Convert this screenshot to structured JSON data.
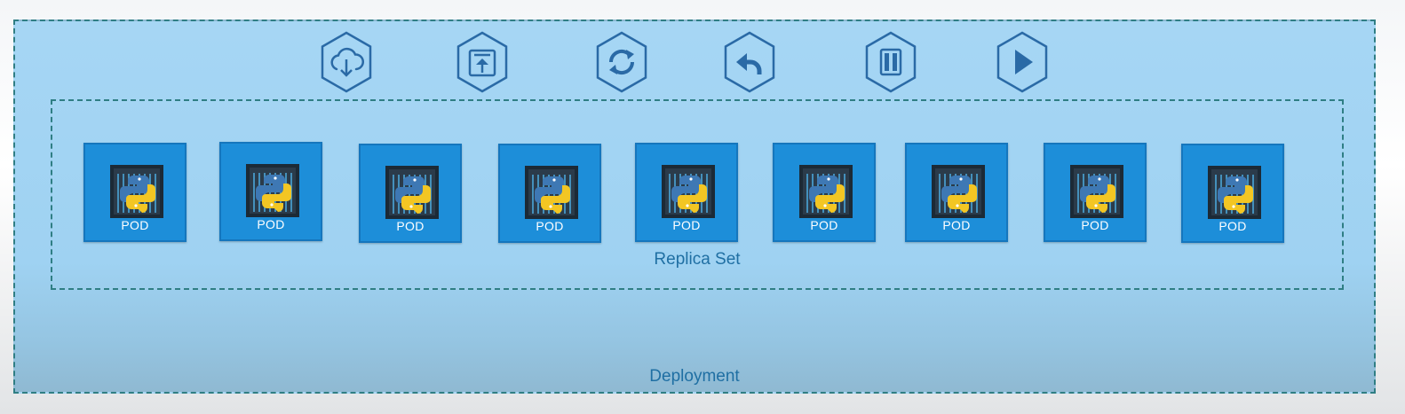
{
  "deployment": {
    "label": "Deployment"
  },
  "replica_set": {
    "label": "Replica Set"
  },
  "action_icons": [
    {
      "name": "cloud-download-icon"
    },
    {
      "name": "upload-icon"
    },
    {
      "name": "refresh-icon"
    },
    {
      "name": "undo-icon"
    },
    {
      "name": "pause-icon"
    },
    {
      "name": "play-icon"
    }
  ],
  "pods": [
    {
      "label": "POD"
    },
    {
      "label": "POD"
    },
    {
      "label": "POD"
    },
    {
      "label": "POD"
    },
    {
      "label": "POD"
    },
    {
      "label": "POD"
    },
    {
      "label": "POD"
    },
    {
      "label": "POD"
    },
    {
      "label": "POD"
    }
  ],
  "colors": {
    "deployment_fill": "#a6d6f4",
    "border_dash": "#2f7e84",
    "pod_fill": "#1d8ed9",
    "icon_stroke": "#2a6aa6",
    "label_text": "#1f6fa3",
    "python_yellow": "#f3c623"
  }
}
